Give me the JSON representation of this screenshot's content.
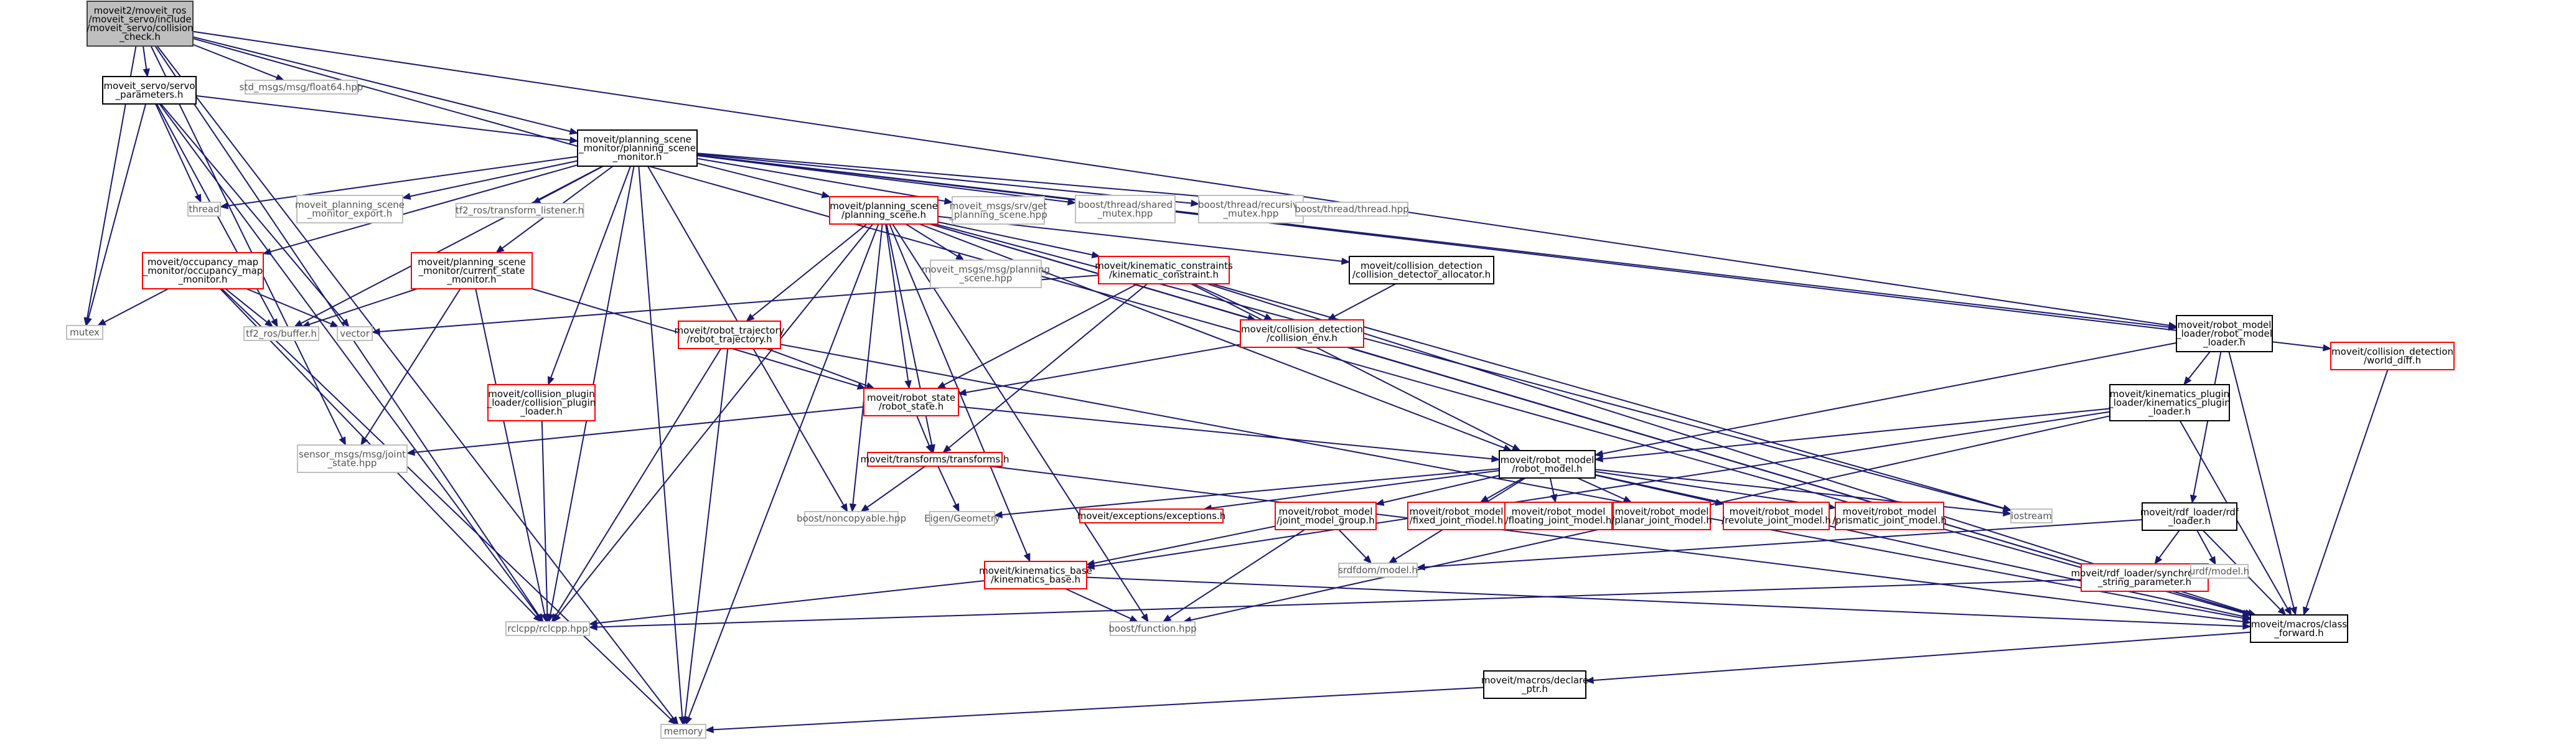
{
  "graph": {
    "colors": {
      "edge": "#191970",
      "root_fill": "#bfbfbf",
      "root_border": "#404040",
      "documented_border": "#000000",
      "undocumented_border": "#ff0000",
      "external_border": "#bfbfbf",
      "text": "#000000",
      "external_text": "#555555"
    },
    "nodes": [
      {
        "id": "root",
        "kind": "root",
        "lines": [
          "moveit2/moveit_ros",
          "/moveit_servo/include",
          "/moveit_servo/collision",
          "_check.h"
        ]
      },
      {
        "id": "servo_params",
        "kind": "documented",
        "lines": [
          "moveit_servo/servo",
          "_parameters.h"
        ]
      },
      {
        "id": "float64",
        "kind": "external",
        "lines": [
          "std_msgs/msg/float64.hpp"
        ]
      },
      {
        "id": "psm",
        "kind": "documented",
        "lines": [
          "moveit/planning_scene",
          "_monitor/planning_scene",
          "_monitor.h"
        ]
      },
      {
        "id": "thread",
        "kind": "external",
        "lines": [
          "thread"
        ]
      },
      {
        "id": "psm_export",
        "kind": "external",
        "lines": [
          "moveit_planning_scene",
          "_monitor_export.h"
        ]
      },
      {
        "id": "tf2_listener",
        "kind": "external",
        "lines": [
          "tf2_ros/transform_listener.h"
        ]
      },
      {
        "id": "planning_scene",
        "kind": "undocumented",
        "lines": [
          "moveit/planning_scene",
          "/planning_scene.h"
        ]
      },
      {
        "id": "get_ps",
        "kind": "external",
        "lines": [
          "moveit_msgs/srv/get",
          "_planning_scene.hpp"
        ]
      },
      {
        "id": "shared_mutex",
        "kind": "external",
        "lines": [
          "boost/thread/shared",
          "_mutex.hpp"
        ]
      },
      {
        "id": "recursive_mutex",
        "kind": "external",
        "lines": [
          "boost/thread/recursive",
          "_mutex.hpp"
        ]
      },
      {
        "id": "boost_thread",
        "kind": "external",
        "lines": [
          "boost/thread/thread.hpp"
        ]
      },
      {
        "id": "occupancy",
        "kind": "undocumented",
        "lines": [
          "moveit/occupancy_map",
          "_monitor/occupancy_map",
          "_monitor.h"
        ]
      },
      {
        "id": "mutex",
        "kind": "external",
        "lines": [
          "mutex"
        ]
      },
      {
        "id": "tf2_buffer",
        "kind": "external",
        "lines": [
          "tf2_ros/buffer.h"
        ]
      },
      {
        "id": "vector",
        "kind": "external",
        "lines": [
          "vector"
        ]
      },
      {
        "id": "current_state",
        "kind": "undocumented",
        "lines": [
          "moveit/planning_scene",
          "_monitor/current_state",
          "_monitor.h"
        ]
      },
      {
        "id": "cd_plugin",
        "kind": "undocumented",
        "lines": [
          "moveit/collision_plugin",
          "_loader/collision_plugin",
          "_loader.h"
        ]
      },
      {
        "id": "ps_msg",
        "kind": "external",
        "lines": [
          "moveit_msgs/msg/planning",
          "_scene.hpp"
        ]
      },
      {
        "id": "kin_constraint",
        "kind": "undocumented",
        "lines": [
          "moveit/kinematic_constraints",
          "/kinematic_constraint.h"
        ]
      },
      {
        "id": "cd_allocator",
        "kind": "documented",
        "lines": [
          "moveit/collision_detection",
          "/collision_detector_allocator.h"
        ]
      },
      {
        "id": "trajectory",
        "kind": "undocumented",
        "lines": [
          "moveit/robot_trajectory",
          "/robot_trajectory.h"
        ]
      },
      {
        "id": "collision_env",
        "kind": "undocumented",
        "lines": [
          "moveit/collision_detection",
          "/collision_env.h"
        ]
      },
      {
        "id": "robot_state",
        "kind": "undocumented",
        "lines": [
          "moveit/robot_state",
          "/robot_state.h"
        ]
      },
      {
        "id": "robot_model_loader",
        "kind": "documented",
        "lines": [
          "moveit/robot_model",
          "_loader/robot_model",
          "_loader.h"
        ]
      },
      {
        "id": "world_diff",
        "kind": "undocumented",
        "lines": [
          "moveit/collision_detection",
          "/world_diff.h"
        ]
      },
      {
        "id": "kin_plugin_loader",
        "kind": "documented",
        "lines": [
          "moveit/kinematics_plugin",
          "_loader/kinematics_plugin",
          "_loader.h"
        ]
      },
      {
        "id": "joint_state",
        "kind": "external",
        "lines": [
          "sensor_msgs/msg/joint",
          "_state.hpp"
        ]
      },
      {
        "id": "transforms",
        "kind": "undocumented",
        "lines": [
          "moveit/transforms/transforms.h"
        ]
      },
      {
        "id": "robot_model",
        "kind": "documented",
        "lines": [
          "moveit/robot_model",
          "/robot_model.h"
        ]
      },
      {
        "id": "noncopyable",
        "kind": "external",
        "lines": [
          "boost/noncopyable.hpp"
        ]
      },
      {
        "id": "eigen",
        "kind": "external",
        "lines": [
          "Eigen/Geometry"
        ]
      },
      {
        "id": "exceptions",
        "kind": "undocumented",
        "lines": [
          "moveit/exceptions/exceptions.h"
        ]
      },
      {
        "id": "jmg",
        "kind": "undocumented",
        "lines": [
          "moveit/robot_model",
          "/joint_model_group.h"
        ]
      },
      {
        "id": "fixed_joint",
        "kind": "undocumented",
        "lines": [
          "moveit/robot_model",
          "/fixed_joint_model.h"
        ]
      },
      {
        "id": "floating_joint",
        "kind": "undocumented",
        "lines": [
          "moveit/robot_model",
          "/floating_joint_model.h"
        ]
      },
      {
        "id": "planar_joint",
        "kind": "undocumented",
        "lines": [
          "moveit/robot_model",
          "/planar_joint_model.h"
        ]
      },
      {
        "id": "revolute_joint",
        "kind": "undocumented",
        "lines": [
          "moveit/robot_model",
          "/revolute_joint_model.h"
        ]
      },
      {
        "id": "prismatic_joint",
        "kind": "undocumented",
        "lines": [
          "moveit/robot_model",
          "/prismatic_joint_model.h"
        ]
      },
      {
        "id": "iostream",
        "kind": "external",
        "lines": [
          "iostream"
        ]
      },
      {
        "id": "rdf_loader",
        "kind": "documented",
        "lines": [
          "moveit/rdf_loader/rdf",
          "_loader.h"
        ]
      },
      {
        "id": "kinematics_base",
        "kind": "undocumented",
        "lines": [
          "moveit/kinematics_base",
          "/kinematics_base.h"
        ]
      },
      {
        "id": "srdfdom",
        "kind": "external",
        "lines": [
          "srdfdom/model.h"
        ]
      },
      {
        "id": "sync_string",
        "kind": "undocumented",
        "lines": [
          "moveit/rdf_loader/synchronized",
          "_string_parameter.h"
        ]
      },
      {
        "id": "urdf_model",
        "kind": "external",
        "lines": [
          "urdf/model.h"
        ]
      },
      {
        "id": "rclcpp",
        "kind": "external",
        "lines": [
          "rclcpp/rclcpp.hpp"
        ]
      },
      {
        "id": "boost_function",
        "kind": "external",
        "lines": [
          "boost/function.hpp"
        ]
      },
      {
        "id": "class_forward",
        "kind": "documented",
        "lines": [
          "moveit/macros/class",
          "_forward.h"
        ]
      },
      {
        "id": "declare_ptr",
        "kind": "documented",
        "lines": [
          "moveit/macros/declare",
          "_ptr.h"
        ]
      },
      {
        "id": "memory",
        "kind": "external",
        "lines": [
          "memory"
        ]
      }
    ],
    "edges": [
      [
        "root",
        "servo_params"
      ],
      [
        "root",
        "float64"
      ],
      [
        "root",
        "psm"
      ],
      [
        "root",
        "mutex"
      ],
      [
        "root",
        "rclcpp"
      ],
      [
        "root",
        "memory"
      ],
      [
        "root",
        "joint_state"
      ],
      [
        "root",
        "robot_model_loader"
      ],
      [
        "root",
        "class_forward"
      ],
      [
        "servo_params",
        "psm"
      ],
      [
        "servo_params",
        "thread"
      ],
      [
        "servo_params",
        "mutex"
      ],
      [
        "servo_params",
        "vector"
      ],
      [
        "servo_params",
        "rclcpp"
      ],
      [
        "servo_params",
        "tf2_buffer"
      ],
      [
        "psm",
        "thread"
      ],
      [
        "psm",
        "psm_export"
      ],
      [
        "psm",
        "tf2_listener"
      ],
      [
        "psm",
        "planning_scene"
      ],
      [
        "psm",
        "get_ps"
      ],
      [
        "psm",
        "shared_mutex"
      ],
      [
        "psm",
        "recursive_mutex"
      ],
      [
        "psm",
        "boost_thread"
      ],
      [
        "psm",
        "occupancy"
      ],
      [
        "psm",
        "current_state"
      ],
      [
        "psm",
        "cd_plugin"
      ],
      [
        "psm",
        "robot_model_loader"
      ],
      [
        "psm",
        "tf2_buffer"
      ],
      [
        "psm",
        "memory"
      ],
      [
        "psm",
        "rclcpp"
      ],
      [
        "psm",
        "noncopyable"
      ],
      [
        "psm",
        "world_diff"
      ],
      [
        "planning_scene",
        "ps_msg"
      ],
      [
        "planning_scene",
        "kin_constraint"
      ],
      [
        "planning_scene",
        "cd_allocator"
      ],
      [
        "planning_scene",
        "trajectory"
      ],
      [
        "planning_scene",
        "collision_env"
      ],
      [
        "planning_scene",
        "robot_state"
      ],
      [
        "planning_scene",
        "transforms"
      ],
      [
        "planning_scene",
        "robot_model"
      ],
      [
        "planning_scene",
        "noncopyable"
      ],
      [
        "planning_scene",
        "kinematics_base"
      ],
      [
        "planning_scene",
        "rclcpp"
      ],
      [
        "planning_scene",
        "boost_function"
      ],
      [
        "planning_scene",
        "class_forward"
      ],
      [
        "planning_scene",
        "memory"
      ],
      [
        "planning_scene",
        "iostream"
      ],
      [
        "occupancy",
        "mutex"
      ],
      [
        "occupancy",
        "tf2_buffer"
      ],
      [
        "occupancy",
        "vector"
      ],
      [
        "occupancy",
        "rclcpp"
      ],
      [
        "occupancy",
        "memory"
      ],
      [
        "current_state",
        "tf2_buffer"
      ],
      [
        "current_state",
        "robot_state"
      ],
      [
        "current_state",
        "joint_state"
      ],
      [
        "current_state",
        "rclcpp"
      ],
      [
        "cd_plugin",
        "rclcpp"
      ],
      [
        "kin_constraint",
        "vector"
      ],
      [
        "kin_constraint",
        "robot_state"
      ],
      [
        "kin_constraint",
        "collision_env"
      ],
      [
        "kin_constraint",
        "transforms"
      ],
      [
        "kin_constraint",
        "robot_model"
      ],
      [
        "kin_constraint",
        "iostream"
      ],
      [
        "kin_constraint",
        "class_forward"
      ],
      [
        "cd_allocator",
        "collision_env"
      ],
      [
        "trajectory",
        "robot_state"
      ],
      [
        "trajectory",
        "rclcpp"
      ],
      [
        "trajectory",
        "memory"
      ],
      [
        "trajectory",
        "class_forward"
      ],
      [
        "collision_env",
        "robot_state"
      ],
      [
        "collision_env",
        "class_forward"
      ],
      [
        "robot_state",
        "transforms"
      ],
      [
        "robot_state",
        "robot_model"
      ],
      [
        "robot_state",
        "joint_state"
      ],
      [
        "transforms",
        "noncopyable"
      ],
      [
        "transforms",
        "eigen"
      ],
      [
        "transforms",
        "class_forward"
      ],
      [
        "robot_model_loader",
        "robot_model"
      ],
      [
        "robot_model_loader",
        "kin_plugin_loader"
      ],
      [
        "robot_model_loader",
        "rdf_loader"
      ],
      [
        "robot_model_loader",
        "class_forward"
      ],
      [
        "kin_plugin_loader",
        "robot_model"
      ],
      [
        "kin_plugin_loader",
        "kinematics_base"
      ],
      [
        "kin_plugin_loader",
        "class_forward"
      ],
      [
        "kin_plugin_loader",
        "boost_function"
      ],
      [
        "robot_model",
        "eigen"
      ],
      [
        "robot_model",
        "exceptions"
      ],
      [
        "robot_model",
        "jmg"
      ],
      [
        "robot_model",
        "fixed_joint"
      ],
      [
        "robot_model",
        "floating_joint"
      ],
      [
        "robot_model",
        "planar_joint"
      ],
      [
        "robot_model",
        "revolute_joint"
      ],
      [
        "robot_model",
        "prismatic_joint"
      ],
      [
        "robot_model",
        "srdfdom"
      ],
      [
        "robot_model",
        "iostream"
      ],
      [
        "robot_model",
        "class_forward"
      ],
      [
        "jmg",
        "kinematics_base"
      ],
      [
        "jmg",
        "srdfdom"
      ],
      [
        "jmg",
        "boost_function"
      ],
      [
        "kinematics_base",
        "rclcpp"
      ],
      [
        "kinematics_base",
        "boost_function"
      ],
      [
        "kinematics_base",
        "class_forward"
      ],
      [
        "rdf_loader",
        "sync_string"
      ],
      [
        "rdf_loader",
        "urdf_model"
      ],
      [
        "rdf_loader",
        "srdfdom"
      ],
      [
        "rdf_loader",
        "class_forward"
      ],
      [
        "sync_string",
        "rclcpp"
      ],
      [
        "world_diff",
        "class_forward"
      ],
      [
        "class_forward",
        "declare_ptr"
      ],
      [
        "declare_ptr",
        "memory"
      ]
    ]
  }
}
